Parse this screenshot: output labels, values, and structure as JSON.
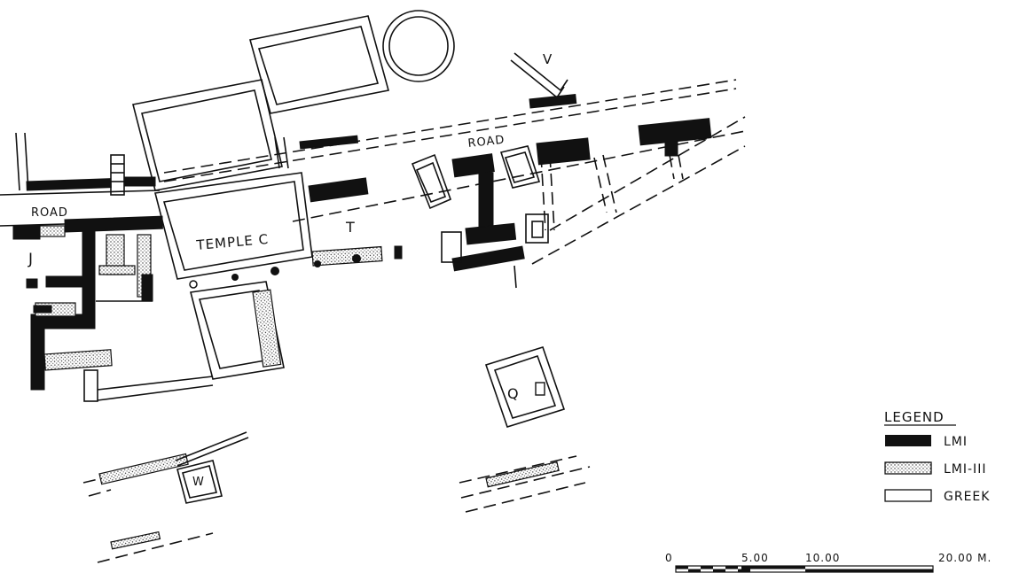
{
  "labels": {
    "road_left": "ROAD",
    "road_right": "ROAD",
    "temple": "TEMPLE C",
    "t": "T",
    "j": "J",
    "v": "V",
    "q": "Q",
    "w": "W"
  },
  "legend": {
    "title": "LEGEND",
    "items": [
      {
        "label": "LMI",
        "style": "solid"
      },
      {
        "label": "LMI-III",
        "style": "stipple"
      },
      {
        "label": "GREEK",
        "style": "outline"
      }
    ]
  },
  "scale": {
    "ticks": [
      "0",
      "5.00",
      "10.00",
      "20.00 M."
    ]
  },
  "colors": {
    "ink": "#111111",
    "paper": "#ffffff"
  }
}
